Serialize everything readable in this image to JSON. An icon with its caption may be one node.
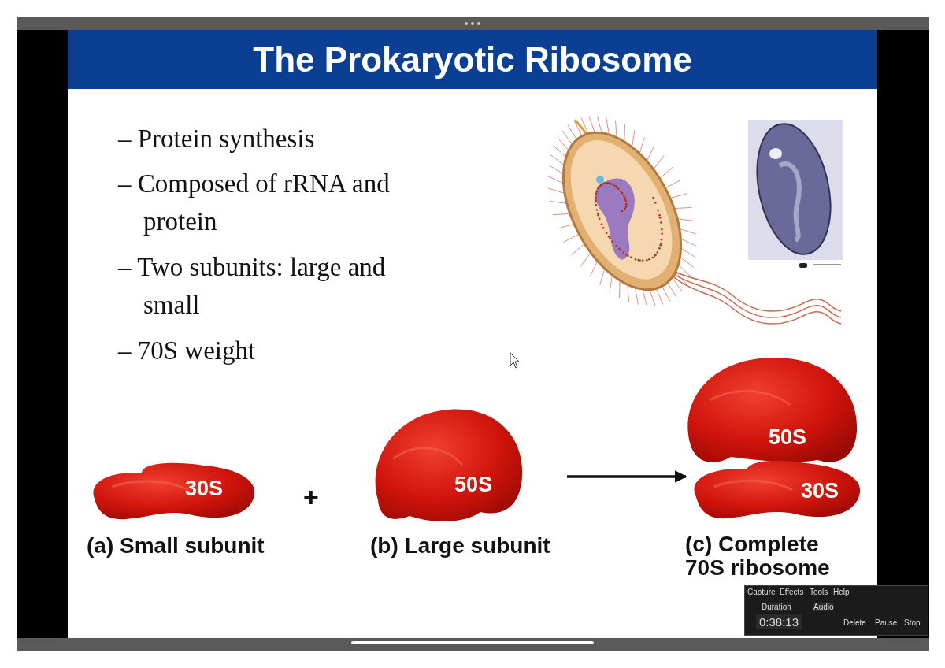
{
  "diagram": {
    "title": "The Prokaryotic Ribosome",
    "nodes": [
      {
        "text": [
          "30S"
        ],
        "beside": [
          "**(a)** Small subunit"
        ]
      },
      {
        "text": [
          "50S"
        ],
        "beside": [
          "**(b)** Large subunit"
        ]
      },
      {
        "text": [
          "50S"
        ]
      },
      {
        "text": [
          "30S"
        ],
        "beside": [
          "**(c)** Complete 70S ribosome"
        ]
      }
    ],
    "edges": [
      {
        "from": 1,
        "to": 3,
        "arrow": "to"
      }
    ],
    "labels": [
      "– Protein synthesis",
      "– Composed of rRNA and protein",
      "– Two subunits: large and small",
      "– 70S weight",
      "+",
      "Capture",
      "Effects",
      "Tools",
      "Help",
      "Duration",
      "Audio",
      "0:38:13",
      "Delete",
      "Pause",
      "Stop"
    ]
  }
}
